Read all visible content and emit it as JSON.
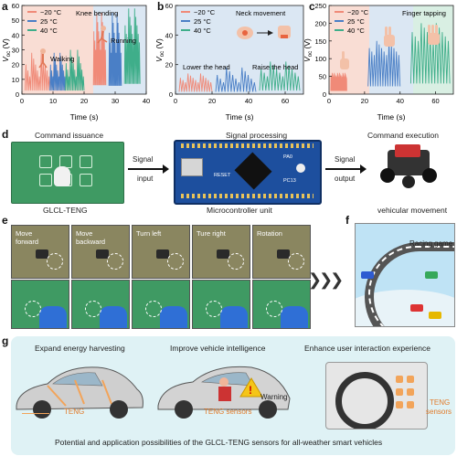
{
  "panels": {
    "a": {
      "label": "a",
      "legend": [
        "−20 °C",
        "25 °C",
        "40 °C"
      ],
      "ylabel": "V",
      "ylabel_sub": "oc",
      "ylabel_unit": " (V)",
      "xlabel": "Time (s)",
      "yticks": [
        "0",
        "10",
        "20",
        "30",
        "40",
        "50",
        "60"
      ],
      "xticks": [
        "0",
        "10",
        "20",
        "30",
        "40"
      ],
      "annotations": {
        "walking": "Walking",
        "knee": "Knee bending",
        "running": "Running"
      }
    },
    "b": {
      "label": "b",
      "legend": [
        "−20 °C",
        "25 °C",
        "40 °C"
      ],
      "ylabel": "V",
      "ylabel_sub": "oc",
      "ylabel_unit": " (V)",
      "xlabel": "Time (s)",
      "yticks": [
        "0",
        "20",
        "40",
        "60"
      ],
      "xticks": [
        "0",
        "20",
        "40",
        "60"
      ],
      "annotations": {
        "neck": "Neck movement",
        "lower": "Lower the head",
        "raise": "Raise the head"
      }
    },
    "c": {
      "label": "c",
      "legend": [
        "−20 °C",
        "25 °C",
        "40 °C"
      ],
      "ylabel": "V",
      "ylabel_sub": "oc",
      "ylabel_unit": " (V)",
      "xlabel": "Time (s)",
      "yticks": [
        "0",
        "50",
        "100",
        "150",
        "200",
        "250"
      ],
      "xticks": [
        "0",
        "20",
        "40",
        "60"
      ],
      "annotations": {
        "tap": "Finger tapping"
      }
    },
    "d": {
      "label": "d",
      "command_issuance": "Command issuance",
      "signal_processing": "Signal processing",
      "command_execution": "Command execution",
      "signal_input_1": "Signal",
      "signal_input_2": "input",
      "signal_output_1": "Signal",
      "signal_output_2": "output",
      "teng": "GLCL-TENG",
      "mcu": "Microcontroller unit",
      "vehicular": "vehicular movement",
      "chip_text": [
        "RESET",
        "PA0",
        "PC13"
      ]
    },
    "e": {
      "label": "e",
      "frames": [
        {
          "l1": "Move",
          "l2": "forward"
        },
        {
          "l1": "Move",
          "l2": "backward"
        },
        {
          "l1": "Turn left",
          "l2": ""
        },
        {
          "l1": "Ture right",
          "l2": ""
        },
        {
          "l1": "Rotation",
          "l2": ""
        }
      ]
    },
    "f": {
      "label": "f",
      "title": "Racing game"
    },
    "g": {
      "label": "g",
      "t1": "Expand energy harvesting",
      "t2": "Improve vehicle intelligence",
      "t3": "Enhance user interaction experience",
      "teng": "TENG",
      "teng_sensors": "TENG sensors",
      "warning": "Warning",
      "teng_sensors_2a": "TENG",
      "teng_sensors_2b": "sensors",
      "caption": "Potential and application possibilities of the GLCL-TENG sensors for all-weather smart vehicles"
    }
  },
  "colors": {
    "cold": "#f08a78",
    "mid": "#4a7fc6",
    "hot": "#3fae8a",
    "bg_a": "#f9ddd4",
    "bg_b": "#dbe7f3",
    "bg_c": "#d9efe3",
    "teal": "#dff2f5",
    "orange": "#f2a45a"
  },
  "chart_data": [
    {
      "type": "line",
      "title": "",
      "xlabel": "Time (s)",
      "ylabel": "Voc (V)",
      "xlim": [
        0,
        40
      ],
      "ylim": [
        0,
        60
      ],
      "series": [
        {
          "name": "−20 °C",
          "segments": [
            {
              "x": [
                1,
                9
              ],
              "amp": [
                12,
                28
              ]
            },
            {
              "x": [
                23,
                27
              ],
              "amp": [
                30,
                55
              ]
            }
          ]
        },
        {
          "name": "25 °C",
          "segments": [
            {
              "x": [
                9,
                14
              ],
              "amp": [
                12,
                28
              ]
            },
            {
              "x": [
                28,
                32
              ],
              "amp": [
                28,
                55
              ]
            }
          ]
        },
        {
          "name": "40 °C",
          "segments": [
            {
              "x": [
                14,
                20
              ],
              "amp": [
                12,
                30
              ]
            },
            {
              "x": [
                33,
                38
              ],
              "amp": [
                35,
                58
              ]
            }
          ]
        }
      ]
    },
    {
      "type": "line",
      "title": "",
      "xlabel": "Time (s)",
      "ylabel": "Voc (V)",
      "xlim": [
        0,
        70
      ],
      "ylim": [
        0,
        60
      ],
      "series": [
        {
          "name": "−20 °C",
          "segments": [
            {
              "x": [
                2,
                20
              ],
              "amp": [
                8,
                14
              ]
            }
          ]
        },
        {
          "name": "25 °C",
          "segments": [
            {
              "x": [
                22,
                44
              ],
              "amp": [
                8,
                18
              ]
            }
          ]
        },
        {
          "name": "40 °C",
          "segments": [
            {
              "x": [
                46,
                68
              ],
              "amp": [
                12,
                22
              ]
            }
          ]
        }
      ]
    },
    {
      "type": "line",
      "title": "",
      "xlabel": "Time (s)",
      "ylabel": "Voc (V)",
      "xlim": [
        0,
        70
      ],
      "ylim": [
        0,
        250
      ],
      "series": [
        {
          "name": "−20 °C",
          "segments": [
            {
              "x": [
                1,
                4
              ],
              "amp": [
                45,
                60
              ]
            },
            {
              "x": [
                4,
                7
              ],
              "amp": [
                45,
                60
              ]
            },
            {
              "x": [
                7,
                10
              ],
              "amp": [
                45,
                60
              ]
            }
          ]
        },
        {
          "name": "25 °C",
          "segments": [
            {
              "x": [
                22,
                40
              ],
              "amp": [
                110,
                150
              ]
            }
          ]
        },
        {
          "name": "40 °C",
          "segments": [
            {
              "x": [
                46,
                68
              ],
              "amp": [
                150,
                200
              ]
            }
          ]
        }
      ]
    }
  ]
}
